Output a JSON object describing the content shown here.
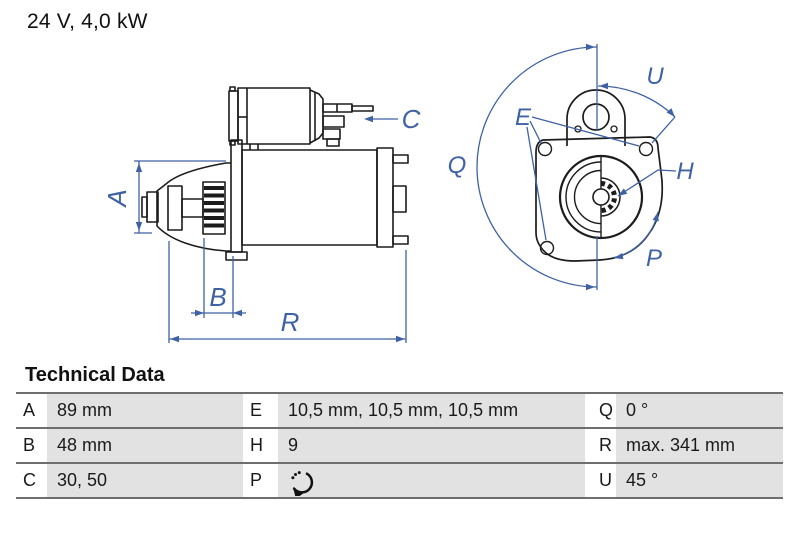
{
  "header": {
    "title": "24 V, 4,0 kW"
  },
  "diagram": {
    "side_view": {
      "labels": {
        "a": "A",
        "b": "B",
        "c": "C",
        "r": "R"
      }
    },
    "front_view": {
      "labels": {
        "e": "E",
        "h": "H",
        "p": "P",
        "q": "Q",
        "u": "U"
      }
    },
    "colors": {
      "dimension_blue": "#3f62a5",
      "drawing_black": "#1c1c1c"
    }
  },
  "table": {
    "title": "Technical Data",
    "rows": [
      [
        {
          "key": "A",
          "value": "89 mm"
        },
        {
          "key": "E",
          "value": "10,5 mm, 10,5 mm, 10,5 mm"
        },
        {
          "key": "Q",
          "value": "0 °"
        }
      ],
      [
        {
          "key": "B",
          "value": "48 mm"
        },
        {
          "key": "H",
          "value": "9"
        },
        {
          "key": "R",
          "value": "max. 341 mm"
        }
      ],
      [
        {
          "key": "C",
          "value": "30, 50"
        },
        {
          "key": "P",
          "value": "",
          "value_icon": "rotation-direction-icon"
        },
        {
          "key": "U",
          "value": "45 °"
        }
      ]
    ]
  }
}
